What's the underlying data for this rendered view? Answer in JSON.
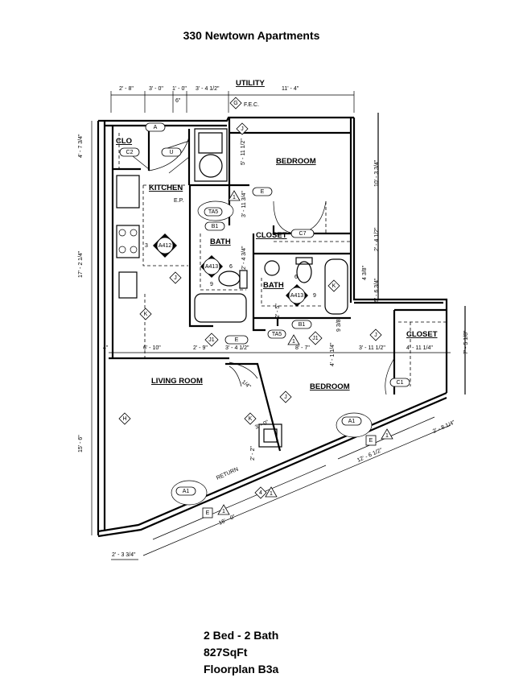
{
  "title": "330 Newtown Apartments",
  "info": {
    "beds_baths": "2 Bed - 2 Bath",
    "area": "827SqFt",
    "plan": "Floorplan B3a"
  },
  "rooms": {
    "utility": "UTILITY",
    "clo": "CLO",
    "kitchen": "KITCHEN",
    "bedroom1": "BEDROOM",
    "bath1": "BATH",
    "closet1": "CLOSET",
    "bath2": "BATH",
    "closet2": "CLOSET",
    "living": "LIVING ROOM",
    "bedroom2": "BEDROOM"
  },
  "notes": {
    "fec": "F.E.C.",
    "ep": "E.P.",
    "return": "RETURN"
  },
  "dimensions": {
    "top": [
      "2' - 8\"",
      "3' - 0\"",
      "1' - 0\"",
      "3' - 4 1/2\"",
      "11' - 4\"",
      "6\""
    ],
    "middle": [
      "4\"",
      "6' - 10\"",
      "2' - 9\"",
      "3' - 4 1/2\"",
      "8' - 7\"",
      "3' - 11 1/2\"",
      "4' - 11 1/4\""
    ],
    "left": [
      "4' - 7 3/4\"",
      "17' - 2 1/4\"",
      "15' - 6\""
    ],
    "right": [
      "10' - 3 3/4\"",
      "2' - 4 1/2\"",
      "4 3/8\"",
      "5' - 6 3/4\"",
      "7' - 5 1/8\""
    ],
    "interior": [
      "5' - 11 1/2\"",
      "3' - 11 3/4\"",
      "2' - 4 3/4\"",
      "2' - 5\"",
      "9 3/8\"",
      "4' - 1 1/4\"",
      "1/4\"",
      "3' - 0\"",
      "2' - 2\""
    ],
    "diagonal": [
      "12' - 6 1/2\"",
      "16' - 0\"",
      "2' - 8 1/4\"",
      "2' - 3 3/4\""
    ]
  },
  "tags": {
    "A": "A",
    "C2": "C2",
    "U": "U",
    "G": "G",
    "J": "J",
    "E": "E",
    "TA5": "TA5",
    "B1": "B1",
    "C7": "C7",
    "A412": "A412",
    "A413": "A413",
    "K": "K",
    "J1": "J1",
    "C1": "C1",
    "A1": "A1",
    "H": "H",
    "n1": "1",
    "n3": "3",
    "n4": "4",
    "n6": "6",
    "n9": "9"
  }
}
